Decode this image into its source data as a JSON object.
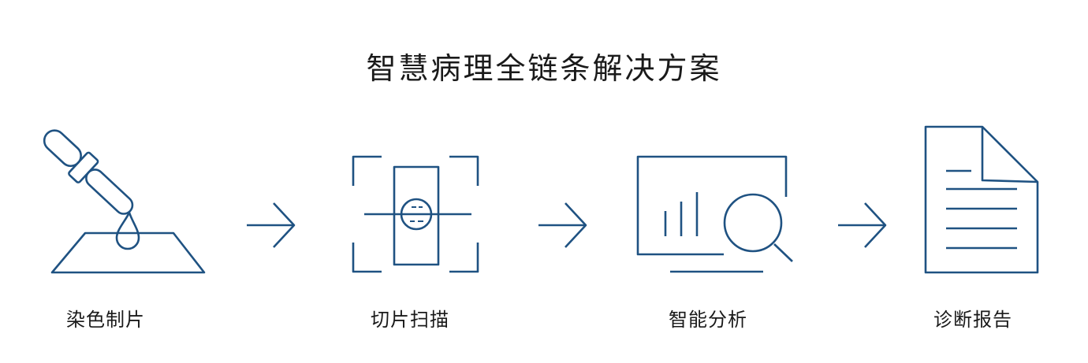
{
  "title": "智慧病理全链条解决方案",
  "accent_color": "#1f5282",
  "steps": [
    {
      "label": "染色制片",
      "icon": "dropper-slide-icon"
    },
    {
      "label": "切片扫描",
      "icon": "slide-scan-icon"
    },
    {
      "label": "智能分析",
      "icon": "monitor-analysis-icon"
    },
    {
      "label": "诊断报告",
      "icon": "report-document-icon"
    }
  ],
  "connector_icon": "arrow-right-icon"
}
